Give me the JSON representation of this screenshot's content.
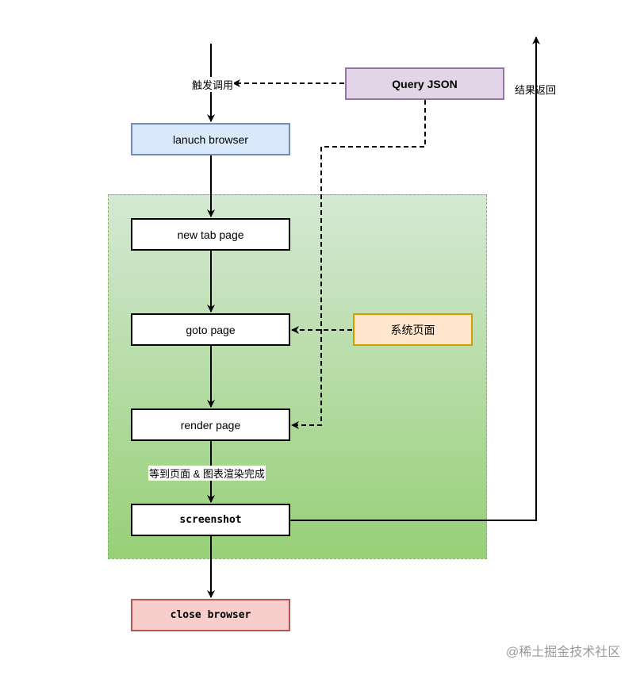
{
  "nodes": {
    "launch_browser": "lanuch browser",
    "query_json": "Query JSON",
    "new_tab_page": "new tab page",
    "goto_page": "goto page",
    "system_page": "系统页面",
    "render_page": "render page",
    "screenshot": "screenshot",
    "close_browser": "close browser"
  },
  "edge_labels": {
    "trigger_call": "触发调用",
    "result_return": "结果返回",
    "wait_render": "等到页面 & 图表渲染完成"
  },
  "colors": {
    "group_border": "#82b366",
    "group_fill_top": "#d5e8d4",
    "group_fill_bottom": "#97d077",
    "launch_fill": "#dae8fc",
    "query_fill": "#e1d5e7",
    "system_fill": "#ffe6cc",
    "close_fill": "#f8cecc"
  },
  "watermark": "@稀土掘金技术社区"
}
